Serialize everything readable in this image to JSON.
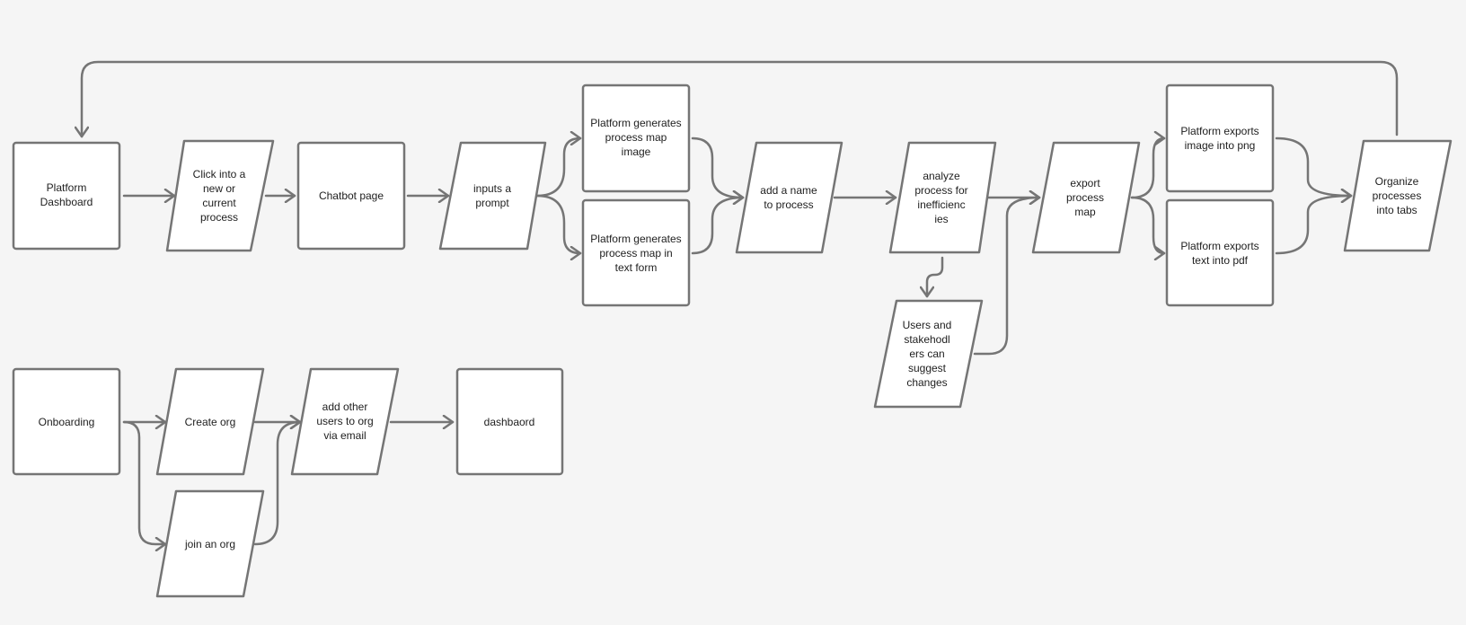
{
  "colors": {
    "background": "#f5f5f5",
    "node_fill": "#ffffff",
    "stroke": "#757575",
    "text": "#1e1e1e"
  },
  "nodes": {
    "platform_dashboard": [
      "Platform",
      "Dashboard"
    ],
    "click_into_process": [
      "Click into a",
      "new or",
      "current",
      "process"
    ],
    "chatbot_page": [
      "Chatbot page"
    ],
    "inputs_prompt": [
      "inputs a",
      "prompt"
    ],
    "generates_image": [
      "Platform generates",
      "process map",
      "image"
    ],
    "generates_text": [
      "Platform generates",
      "process map in",
      "text form"
    ],
    "add_name": [
      "add a name",
      "to process"
    ],
    "analyze": [
      "analyze",
      "process for",
      "inefficienc",
      "ies"
    ],
    "suggest_changes": [
      "Users and",
      "stakehodl",
      "ers can",
      "suggest",
      "changes"
    ],
    "export_map": [
      "export",
      "process",
      "map"
    ],
    "exports_png": [
      "Platform exports",
      "image into png"
    ],
    "exports_pdf": [
      "Platform exports",
      "text into pdf"
    ],
    "organize_tabs": [
      "Organize",
      "processes",
      "into tabs"
    ],
    "onboarding": [
      "Onboarding"
    ],
    "create_org": [
      "Create org"
    ],
    "join_org": [
      "join an org"
    ],
    "add_users": [
      "add other",
      "users to org",
      "via email"
    ],
    "dashboard_end": [
      "dashbaord"
    ]
  }
}
